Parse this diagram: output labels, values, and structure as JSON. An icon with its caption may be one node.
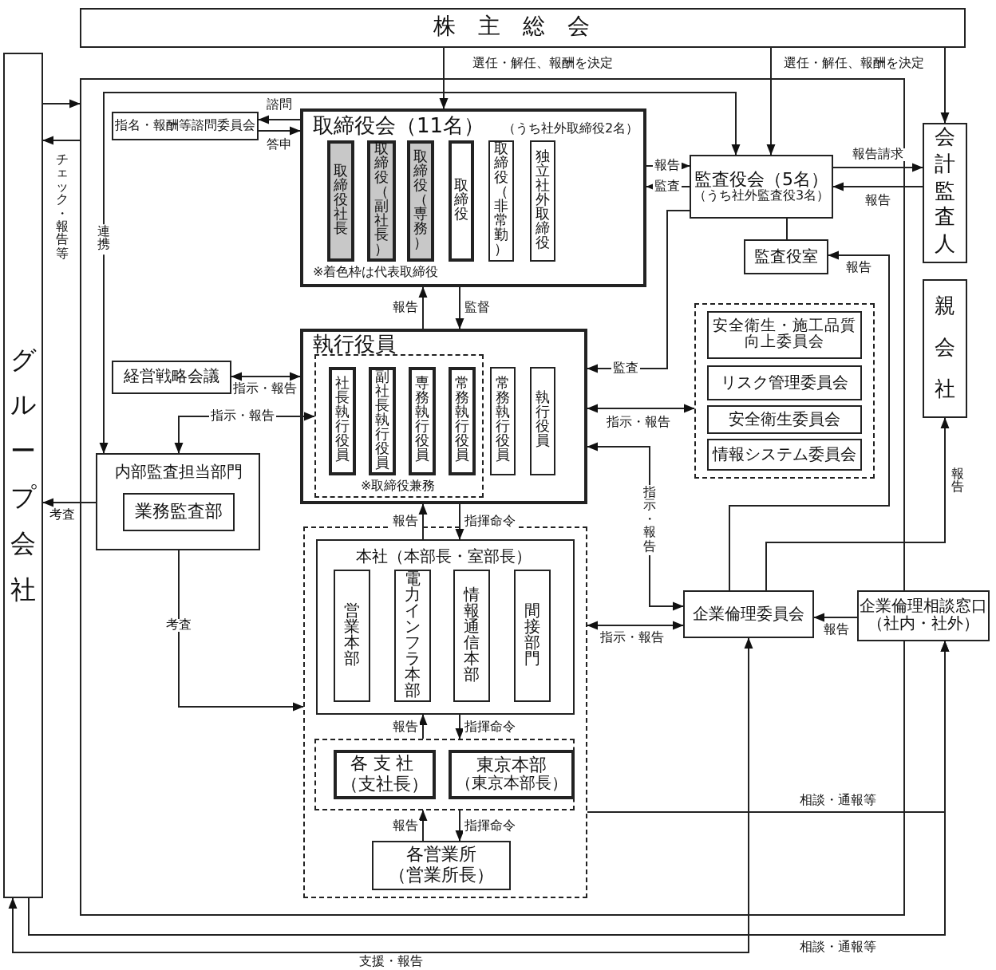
{
  "diagram": {
    "nodes": [
      {
        "text": [
          "株主総会"
        ]
      },
      {
        "text": [
          "グループ会社"
        ]
      },
      {
        "text": [],
        "shape": "box"
      },
      {
        "text": [
          "指名・報酬等諮問委員会"
        ],
        "in": 2
      },
      {
        "text": [
          "取締役会（11名）",
          "（うち社外取締役2名）",
          "※着色枠は代表取締役"
        ],
        "in": 2
      },
      {
        "text": [
          "取締役社長"
        ],
        "in": 4
      },
      {
        "text": [
          "取締役（副社長）"
        ],
        "in": 4
      },
      {
        "text": [
          "取締役（専務）"
        ],
        "in": 4
      },
      {
        "text": [
          "取締役"
        ],
        "in": 4
      },
      {
        "text": [
          "取締役（非常勤）"
        ],
        "in": 4
      },
      {
        "text": [
          "独立社外取締役"
        ],
        "in": 4
      },
      {
        "text": [
          "監査役会（5名）",
          "（うち社外監査役3名）"
        ],
        "in": 2
      },
      {
        "text": [
          "監査役室"
        ],
        "in": 2
      },
      {
        "text": [
          "会計監査人"
        ]
      },
      {
        "text": [
          "親会社"
        ]
      },
      {
        "text": [
          "執行役員"
        ],
        "in": 2
      },
      {
        "text": [
          "※取締役兼務"
        ],
        "in": 15
      },
      {
        "text": [
          "社長執行役員"
        ],
        "in": 16
      },
      {
        "text": [
          "副社長執行役員"
        ],
        "in": 16
      },
      {
        "text": [
          "専務執行役員"
        ],
        "in": 16
      },
      {
        "text": [
          "常務執行役員"
        ],
        "in": 16
      },
      {
        "text": [
          "常務執行役員"
        ],
        "in": 15
      },
      {
        "text": [
          "執行役員"
        ],
        "in": 15
      },
      {
        "text": [
          "経営戦略会議"
        ],
        "in": 2
      },
      {
        "text": [
          "内部監査担当部門"
        ],
        "in": 2
      },
      {
        "text": [
          "業務監査部"
        ],
        "in": 24
      },
      {
        "text": [],
        "shape": "box",
        "in": 2
      },
      {
        "text": [
          "安全衛生・施工品質向上委員会"
        ],
        "in": 26
      },
      {
        "text": [
          "リスク管理委員会"
        ],
        "in": 26
      },
      {
        "text": [
          "安全衛生委員会"
        ],
        "in": 26
      },
      {
        "text": [
          "情報システム委員会"
        ],
        "in": 26
      },
      {
        "text": [],
        "shape": "box",
        "in": 2
      },
      {
        "text": [
          "本社（本部長・室部長）"
        ],
        "in": 31
      },
      {
        "text": [
          "営業本部"
        ],
        "in": 32
      },
      {
        "text": [
          "電力インフラ本部"
        ],
        "in": 32
      },
      {
        "text": [
          "情報通信本部"
        ],
        "in": 32
      },
      {
        "text": [
          "間接部門"
        ],
        "in": 32
      },
      {
        "text": [],
        "shape": "box",
        "in": 31
      },
      {
        "text": [
          "各支社",
          "（支社長）"
        ],
        "in": 37
      },
      {
        "text": [
          "東京本部",
          "（東京本部長）"
        ],
        "in": 37
      },
      {
        "text": [
          "各営業所",
          "（営業所長）"
        ],
        "in": 31
      },
      {
        "text": [
          "企業倫理委員会"
        ],
        "in": 2
      },
      {
        "text": [
          "企業倫理相談窓口",
          "（社内・社外）"
        ]
      }
    ],
    "edges": [
      {
        "from": 0,
        "to": 4,
        "arrow": "to",
        "label": "選任・解任、報酬を決定"
      },
      {
        "from": 0,
        "to": 11,
        "arrow": "to",
        "label": "選任・解任、報酬を決定"
      },
      {
        "from": 0,
        "to": 13,
        "arrow": "to"
      },
      {
        "from": 1,
        "to": 2,
        "arrow": "to"
      },
      {
        "from": 2,
        "to": 1,
        "arrow": "to",
        "label": "チェック・報告等"
      },
      {
        "from": 4,
        "to": 3,
        "arrow": "to",
        "label": "諮問"
      },
      {
        "from": 3,
        "to": 4,
        "arrow": "to",
        "label": "答申"
      },
      {
        "from": 4,
        "to": 11,
        "arrow": "to",
        "label": "報告"
      },
      {
        "from": 11,
        "to": 4,
        "arrow": "to",
        "label": "監査"
      },
      {
        "from": 11,
        "to": 13,
        "arrow": "to",
        "label": "報告請求"
      },
      {
        "from": 13,
        "to": 11,
        "arrow": "to",
        "label": "報告"
      },
      {
        "from": 41,
        "to": 12,
        "arrow": "to",
        "label": "報告"
      },
      {
        "from": 11,
        "to": 12,
        "arrow": "none"
      },
      {
        "from": 11,
        "to": 15,
        "arrow": "to",
        "label": "監査"
      },
      {
        "from": 15,
        "to": 4,
        "arrow": "to",
        "label": "報告"
      },
      {
        "from": 4,
        "to": 15,
        "arrow": "to",
        "label": "監督"
      },
      {
        "from": 23,
        "to": 15,
        "arrow": "both",
        "label": "指示・報告"
      },
      {
        "from": 24,
        "to": 16,
        "arrow": "both",
        "label": "指示・報告"
      },
      {
        "from": 15,
        "to": 26,
        "arrow": "both",
        "label": "指示・報告"
      },
      {
        "from": 15,
        "to": 41,
        "arrow": "both",
        "label": "指示・報告"
      },
      {
        "from": 31,
        "to": 41,
        "arrow": "both",
        "label": "指示・報告"
      },
      {
        "from": 42,
        "to": 41,
        "arrow": "to",
        "label": "報告"
      },
      {
        "from": 41,
        "to": 14,
        "arrow": "to",
        "label": "報告"
      },
      {
        "from": 24,
        "to": 31,
        "arrow": "to",
        "label": "考査"
      },
      {
        "from": 24,
        "to": 1,
        "arrow": "to",
        "label": "考査"
      },
      {
        "from": 32,
        "to": 15,
        "arrow": "to",
        "label": "報告"
      },
      {
        "from": 15,
        "to": 32,
        "arrow": "to",
        "label": "指揮命令"
      },
      {
        "from": 37,
        "to": 32,
        "arrow": "to",
        "label": "報告"
      },
      {
        "from": 32,
        "to": 37,
        "arrow": "to",
        "label": "指揮命令"
      },
      {
        "from": 40,
        "to": 37,
        "arrow": "to",
        "label": "報告"
      },
      {
        "from": 37,
        "to": 40,
        "arrow": "to",
        "label": "指揮命令"
      },
      {
        "from": 31,
        "to": 42,
        "arrow": "to",
        "label": "相談・通報等"
      },
      {
        "from": 1,
        "to": 42,
        "arrow": "to",
        "label": "相談・通報等"
      },
      {
        "from": 41,
        "to": 1,
        "arrow": "both",
        "label": "支援・報告"
      },
      {
        "from": 11,
        "to": 24,
        "arrow": "both",
        "label": "連携"
      }
    ]
  }
}
